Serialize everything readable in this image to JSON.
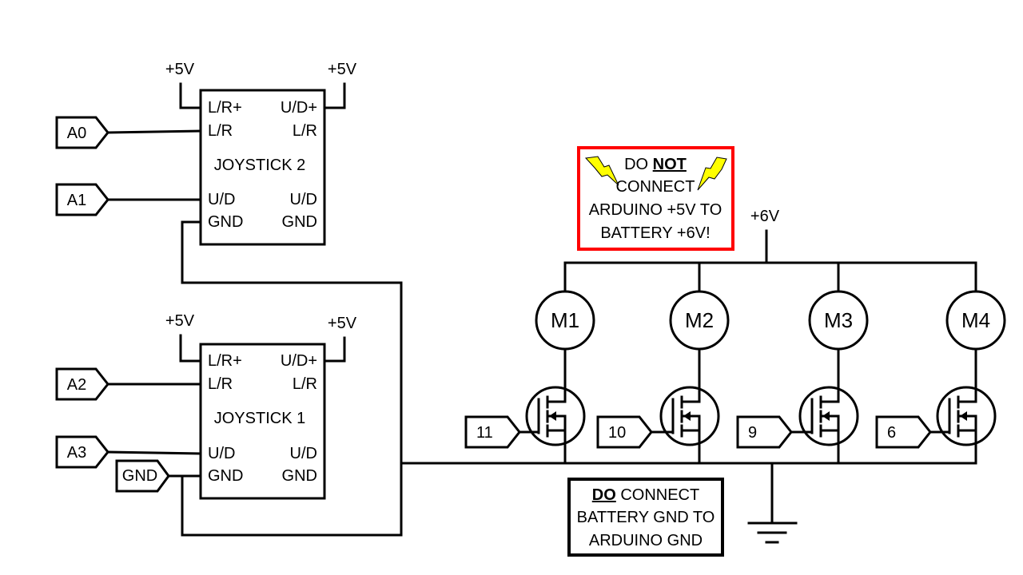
{
  "power": {
    "plus5v": "+5V",
    "plus6v": "+6V"
  },
  "joystick2": {
    "name": "JOYSTICK 2",
    "pins": {
      "lr_plus": "L/R+",
      "ud_plus": "U/D+",
      "lr_left": "L/R",
      "lr_right": "L/R",
      "ud_left": "U/D",
      "ud_right": "U/D",
      "gnd_left": "GND",
      "gnd_right": "GND"
    }
  },
  "joystick1": {
    "name": "JOYSTICK 1",
    "pins": {
      "lr_plus": "L/R+",
      "ud_plus": "U/D+",
      "lr_left": "L/R",
      "lr_right": "L/R",
      "ud_left": "U/D",
      "ud_right": "U/D",
      "gnd_left": "GND",
      "gnd_right": "GND"
    }
  },
  "arduino_inputs": [
    "A0",
    "A1",
    "A2",
    "A3"
  ],
  "arduino_gnd": "GND",
  "motors": [
    "M1",
    "M2",
    "M3",
    "M4"
  ],
  "pwm_pins": [
    "11",
    "10",
    "9",
    "6"
  ],
  "warning_note": {
    "line1_pre": "DO ",
    "line1_em": "NOT",
    "line2": "CONNECT",
    "line3": "ARDUINO +5V TO",
    "line4": "BATTERY +6V!",
    "border_color": "#ff0000",
    "bolt_color": "#ffff00"
  },
  "ground_note": {
    "line1_em": "DO",
    "line1_post": " CONNECT",
    "line2": "BATTERY GND TO",
    "line3": "ARDUINO GND"
  }
}
